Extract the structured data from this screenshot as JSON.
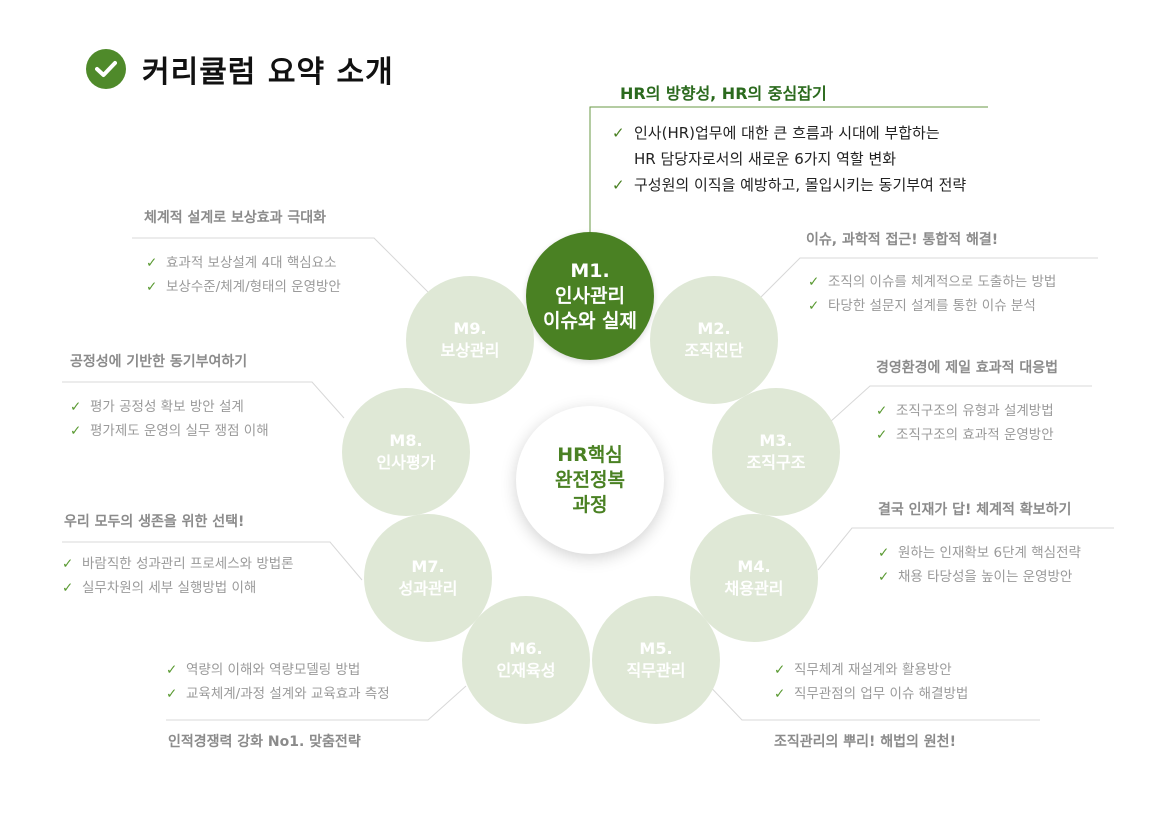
{
  "title": "커리큘럼 요약 소개",
  "center": {
    "line1": "HR핵심",
    "line2": "완전정복",
    "line3": "과정"
  },
  "modules": [
    {
      "code": "M1.",
      "name": "인사관리",
      "name2": "이슈와 실제",
      "heading": "HR의 방향성, HR의 중심잡기",
      "bullets": [
        "인사(HR)업무에 대한 큰 흐름과 시대에 부합하는",
        "구성원의 이직을 예방하고, 몰입시키는 동기부여 전략"
      ],
      "bullet_cont": "HR 담당자로서의 새로운 6가지 역할 변화"
    },
    {
      "code": "M2.",
      "name": "조직진단",
      "heading": "이슈, 과학적 접근! 통합적 해결!",
      "bullets": [
        "조직의 이슈를 체계적으로 도출하는 방법",
        "타당한 설문지 설계를 통한 이슈 분석"
      ]
    },
    {
      "code": "M3.",
      "name": "조직구조",
      "heading": "경영환경에 제일 효과적 대응법",
      "bullets": [
        "조직구조의 유형과 설계방법",
        "조직구조의 효과적 운영방안"
      ]
    },
    {
      "code": "M4.",
      "name": "채용관리",
      "heading": "결국 인재가 답! 체계적 확보하기",
      "bullets": [
        "원하는 인재확보 6단계 핵심전략",
        "채용 타당성을 높이는 운영방안"
      ]
    },
    {
      "code": "M5.",
      "name": "직무관리",
      "heading": "조직관리의 뿌리! 해법의 원천!",
      "bullets": [
        "직무체계 재설계와 활용방안",
        "직무관점의 업무 이슈 해결방법"
      ]
    },
    {
      "code": "M6.",
      "name": "인재육성",
      "heading": "인적경쟁력 강화 No1. 맞춤전략",
      "bullets": [
        "역량의 이해와 역량모델링 방법",
        "교육체계/과정 설계와 교육효과 측정"
      ]
    },
    {
      "code": "M7.",
      "name": "성과관리",
      "heading": "우리 모두의 생존을 위한 선택!",
      "bullets": [
        "바람직한 성과관리 프로세스와 방법론",
        "실무차원의 세부 실행방법 이해"
      ]
    },
    {
      "code": "M8.",
      "name": "인사평가",
      "heading": "공정성에 기반한 동기부여하기",
      "bullets": [
        "평가 공정성 확보 방안 설계",
        "평가제도 운영의 실무 쟁점 이해"
      ]
    },
    {
      "code": "M9.",
      "name": "보상관리",
      "heading": "체계적 설계로 보상효과 극대화",
      "bullets": [
        "효과적 보상설계 4대 핵심요소",
        "보상수준/체계/형태의 운영방안"
      ]
    }
  ],
  "tick_symbol": "✓",
  "colors": {
    "accent": "#4a8123",
    "node_inactive": "#dfe8d6",
    "muted_text": "#9a9a9a"
  }
}
